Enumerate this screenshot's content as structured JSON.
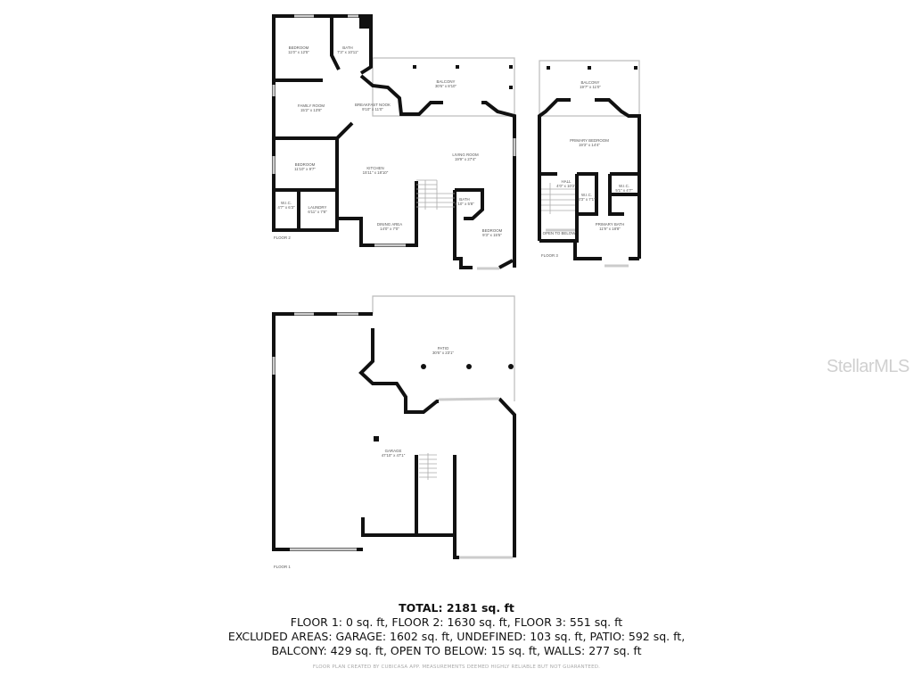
{
  "floors": {
    "floor2": {
      "label": "FLOOR 2",
      "rooms": [
        {
          "name": "BEDROOM",
          "dims": "11'0\" x 12'5\""
        },
        {
          "name": "BATH",
          "dims": "7'3\" x 10'11\""
        },
        {
          "name": "BALCONY",
          "dims": "30'6\" x 8'10\""
        },
        {
          "name": "FAMILY ROOM",
          "dims": "15'2\" x 13'8\""
        },
        {
          "name": "BREAKFAST NOOK",
          "dims": "9'10\" x 11'0\""
        },
        {
          "name": "BEDROOM",
          "dims": "11'10\" x 9'7\""
        },
        {
          "name": "KITCHEN",
          "dims": "15'11\" x 18'10\""
        },
        {
          "name": "LIVING ROOM",
          "dims": "19'9\" x 27'4\""
        },
        {
          "name": "W.I.C.",
          "dims": "4'7\" x 6'3\""
        },
        {
          "name": "LAUNDRY",
          "dims": "6'11\" x 7'8\""
        },
        {
          "name": "DINING AREA",
          "dims": "14'0\" x 7'0\""
        },
        {
          "name": "BATH",
          "dims": "4'10\" x 5'8\""
        },
        {
          "name": "BEDROOM",
          "dims": "9'3\" x 15'5\""
        }
      ]
    },
    "floor3": {
      "label": "FLOOR 3",
      "rooms": [
        {
          "name": "BALCONY",
          "dims": "19'7\" x 11'0\""
        },
        {
          "name": "PRIMARY BEDROOM",
          "dims": "19'3\" x 14'4\""
        },
        {
          "name": "HALL",
          "dims": "4'0\" x 10'2\""
        },
        {
          "name": "W.I.C.",
          "dims": "3'3\" x 7'1\""
        },
        {
          "name": "W.I.C.",
          "dims": "5'1\" x 4'7\""
        },
        {
          "name": "OPEN TO BELOW",
          "dims": ""
        },
        {
          "name": "PRIMARY BATH",
          "dims": "11'9\" x 18'8\""
        }
      ]
    },
    "floor1": {
      "label": "FLOOR 1",
      "rooms": [
        {
          "name": "PATIO",
          "dims": "30'6\" x 23'1\""
        },
        {
          "name": "GARAGE",
          "dims": "47'10\" x 47'1\""
        }
      ]
    }
  },
  "summary": {
    "total": "TOTAL: 2181 sq. ft",
    "floors_line": "FLOOR 1: 0 sq. ft, FLOOR 2: 1630 sq. ft, FLOOR 3: 551 sq. ft",
    "excluded_line1": "EXCLUDED AREAS: GARAGE: 1602 sq. ft, UNDEFINED: 103 sq. ft, PATIO: 592 sq. ft,",
    "excluded_line2": "BALCONY: 429 sq. ft, OPEN TO BELOW: 15 sq. ft, WALLS: 277 sq. ft",
    "disclaimer": "FLOOR PLAN CREATED BY CUBICASA APP. MEASUREMENTS DEEMED HIGHLY RELIABLE BUT NOT GUARANTEED."
  },
  "watermark": "StellarMLS",
  "colors": {
    "walls": "#111111",
    "windows": "#cccccc",
    "text": "#555555"
  }
}
